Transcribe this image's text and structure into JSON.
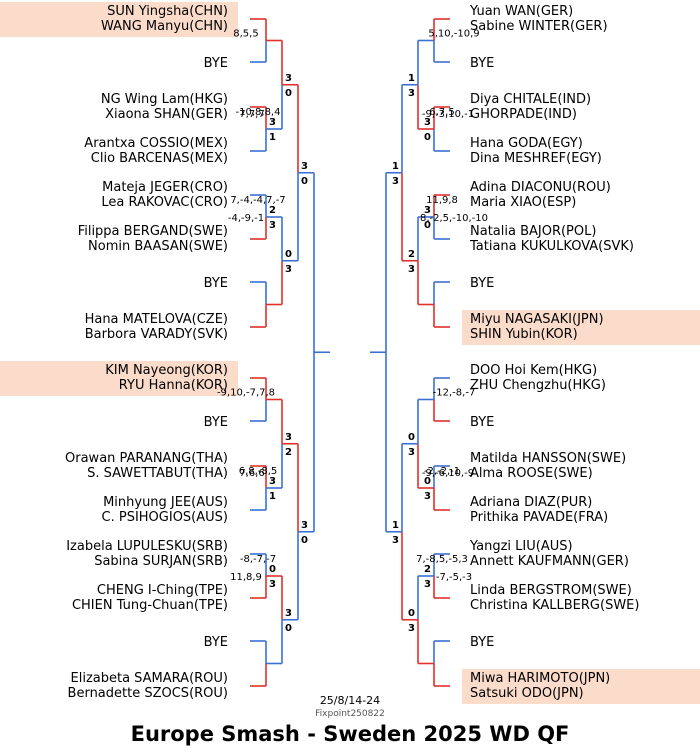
{
  "title": "Europe Smash - Sweden 2025 WD QF",
  "date": "25/8/14-24",
  "credit": "Fixpoint250822",
  "colors": {
    "winner_line": "#e0312b",
    "loser_line": "#3b6fd4",
    "highlight": "#fbdccb"
  },
  "left_top": [
    {
      "names": [
        "SUN Yingsha(CHN)",
        "WANG Manyu(CHN)"
      ],
      "seeded": true
    },
    {
      "names": [
        "BYE"
      ]
    },
    {
      "names": [
        "NG Wing Lam(HKG)",
        "Xiaona SHAN(GER)"
      ]
    },
    {
      "names": [
        "Arantxa COSSIO(MEX)",
        "Clio BARCENAS(MEX)"
      ]
    },
    {
      "names": [
        "Mateja JEGER(CRO)",
        "Lea RAKOVAC(CRO)"
      ]
    },
    {
      "names": [
        "Filippa BERGAND(SWE)",
        "Nomin BAASAN(SWE)"
      ]
    },
    {
      "names": [
        "BYE"
      ]
    },
    {
      "names": [
        "Hana MATELOVA(CZE)",
        "Barbora VARADY(SVK)"
      ]
    }
  ],
  "left_bottom": [
    {
      "names": [
        "KIM Nayeong(KOR)",
        "RYU Hanna(KOR)"
      ],
      "seeded": true
    },
    {
      "names": [
        "BYE"
      ]
    },
    {
      "names": [
        "Orawan PARANANG(THA)",
        "S. SAWETTABUT(THA)"
      ]
    },
    {
      "names": [
        "Minhyung JEE(AUS)",
        "C. PSIHOGIOS(AUS)"
      ]
    },
    {
      "names": [
        "Izabela LUPULESKU(SRB)",
        "Sabina SURJAN(SRB)"
      ]
    },
    {
      "names": [
        "CHENG I-Ching(TPE)",
        "CHIEN Tung-Chuan(TPE)"
      ]
    },
    {
      "names": [
        "BYE"
      ]
    },
    {
      "names": [
        "Elizabeta SAMARA(ROU)",
        "Bernadette SZOCS(ROU)"
      ]
    }
  ],
  "right_top": [
    {
      "names": [
        "Yuan WAN(GER)",
        "Sabine WINTER(GER)"
      ]
    },
    {
      "names": [
        "BYE"
      ]
    },
    {
      "names": [
        "Diya CHITALE(IND)",
        "GHORPADE(IND)"
      ]
    },
    {
      "names": [
        "Hana GODA(EGY)",
        "Dina MESHREF(EGY)"
      ]
    },
    {
      "names": [
        "Adina DIACONU(ROU)",
        "Maria XIAO(ESP)"
      ]
    },
    {
      "names": [
        "Natalia BAJOR(POL)",
        "Tatiana KUKULKOVA(SVK)"
      ]
    },
    {
      "names": [
        "BYE"
      ]
    },
    {
      "names": [
        "Miyu NAGASAKI(JPN)",
        "SHIN Yubin(KOR)"
      ],
      "seeded": true
    }
  ],
  "right_bottom": [
    {
      "names": [
        "DOO Hoi Kem(HKG)",
        "ZHU Chengzhu(HKG)"
      ]
    },
    {
      "names": [
        "BYE"
      ]
    },
    {
      "names": [
        "Matilda HANSSON(SWE)",
        "Alma ROOSE(SWE)"
      ]
    },
    {
      "names": [
        "Adriana DIAZ(PUR)",
        "Prithika PAVADE(FRA)"
      ]
    },
    {
      "names": [
        "Yangzi LIU(AUS)",
        "Annett KAUFMANN(GER)"
      ]
    },
    {
      "names": [
        "Linda BERGSTROM(SWE)",
        "Christina KALLBERG(SWE)"
      ]
    },
    {
      "names": [
        "BYE"
      ]
    },
    {
      "names": [
        "Miwa HARIMOTO(JPN)",
        "Satsuki ODO(JPN)"
      ],
      "seeded": true
    }
  ],
  "matches": {
    "lt_r1": [
      {
        "winner": 0
      },
      {
        "winner": 0,
        "games": [
          "3",
          "1"
        ],
        "scores": "-10,8,8,4"
      },
      {
        "winner": 1,
        "games": [
          "2",
          "3"
        ],
        "scores": "7,-4,-4,7,-7"
      },
      {
        "winner": 1
      }
    ],
    "lt_r2": [
      {
        "winner": 0,
        "games": [
          "3",
          "0"
        ],
        "scores": "8,5,5"
      },
      {
        "winner": 1,
        "games": [
          "0",
          "3"
        ],
        "scores": "-4,-9,-1"
      }
    ],
    "lt_r3": {
      "winner": 0,
      "games": [
        "3",
        "0"
      ],
      "scores": "7,7,7"
    },
    "lb_r1": [
      {
        "winner": 0
      },
      {
        "winner": 0,
        "games": [
          "3",
          "1"
        ],
        "scores": "6,8,-8,5"
      },
      {
        "winner": 1,
        "games": [
          "0",
          "3"
        ],
        "scores": "-8,-7,-7"
      },
      {
        "winner": 1
      }
    ],
    "lb_r2": [
      {
        "winner": 0,
        "games": [
          "3",
          "2"
        ],
        "scores": "-9,10,-7,7,8"
      },
      {
        "winner": 0,
        "games": [
          "3",
          "0"
        ],
        "scores": "11,8,9"
      }
    ],
    "lb_r3": {
      "winner": 0,
      "games": [
        "3",
        "0"
      ],
      "scores": "7,6,6"
    },
    "rt_r1": [
      {
        "winner": 0
      },
      {
        "winner": 0,
        "games": [
          "3",
          "0"
        ],
        "scores": "6,7,5"
      },
      {
        "winner": 0,
        "games": [
          "3",
          "0"
        ],
        "scores": "11,9,8"
      },
      {
        "winner": 1
      }
    ],
    "rt_r2": [
      {
        "winner": 1,
        "games": [
          "1",
          "3"
        ],
        "scores": "5,10,-10,9"
      },
      {
        "winner": 1,
        "games": [
          "2",
          "3"
        ],
        "scores": "8,-2,5,-10,-10"
      }
    ],
    "rt_r3": {
      "winner": 1,
      "games": [
        "1",
        "3"
      ],
      "scores": "-9,-3,10,-1"
    },
    "rb_r1": [
      {
        "winner": 1
      },
      {
        "winner": 1,
        "games": [
          "0",
          "3"
        ],
        "scores": "-2,-2,-1"
      },
      {
        "winner": 1,
        "games": [
          "2",
          "3"
        ],
        "scores": "7,-8,5,-5,3"
      },
      {
        "winner": 1
      }
    ],
    "rb_r2": [
      {
        "winner": 1,
        "games": [
          "0",
          "3"
        ],
        "scores": "-12,-8,-7"
      },
      {
        "winner": 1,
        "games": [
          "0",
          "3"
        ],
        "scores": "-7,-5,-3"
      }
    ],
    "rb_r3": {
      "winner": 1,
      "games": [
        "1",
        "3"
      ],
      "scores": "-9,-6,10,-9"
    }
  }
}
